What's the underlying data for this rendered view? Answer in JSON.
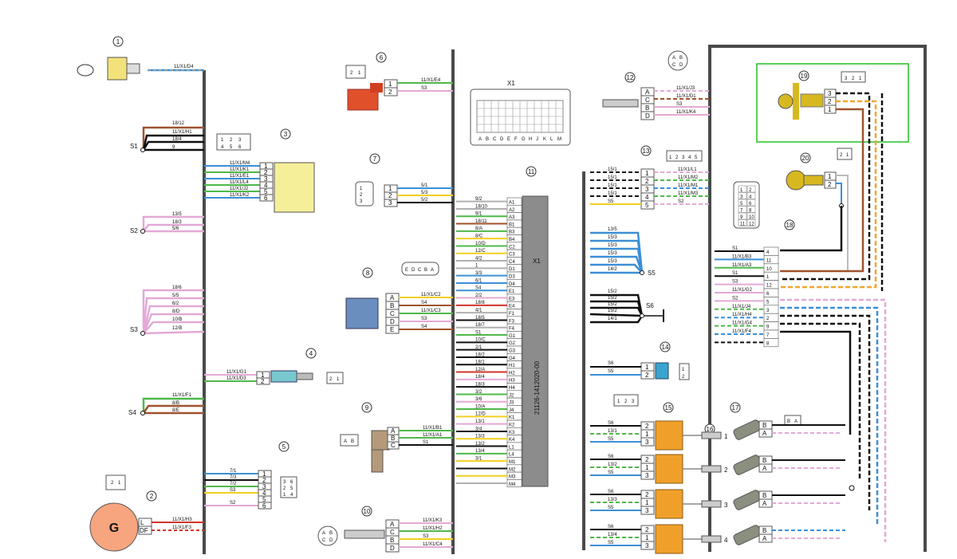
{
  "components": [
    {
      "id": "c1",
      "number": "1"
    },
    {
      "id": "c2",
      "number": "2"
    },
    {
      "id": "c3",
      "number": "3"
    },
    {
      "id": "c4",
      "number": "4"
    },
    {
      "id": "c5",
      "number": "5"
    },
    {
      "id": "c6",
      "number": "6"
    },
    {
      "id": "c7",
      "number": "7"
    },
    {
      "id": "c8",
      "number": "8"
    },
    {
      "id": "c9",
      "number": "9"
    },
    {
      "id": "c10",
      "number": "10"
    },
    {
      "id": "c11",
      "number": "11"
    },
    {
      "id": "c12",
      "number": "12"
    },
    {
      "id": "c13",
      "number": "13"
    },
    {
      "id": "c14",
      "number": "14"
    },
    {
      "id": "c15",
      "number": "15"
    },
    {
      "id": "c16",
      "number": "16"
    },
    {
      "id": "c17",
      "number": "17"
    },
    {
      "id": "c18",
      "number": "18"
    },
    {
      "id": "c19",
      "number": "19"
    },
    {
      "id": "c20",
      "number": "20"
    }
  ],
  "generator_label": "G",
  "ecu": {
    "connector_name": "X1",
    "part_number": "21126-1412020-00",
    "pins": [
      "A1",
      "A2",
      "A3",
      "B1",
      "B3",
      "B4",
      "C2",
      "C3",
      "C4",
      "D1",
      "D3",
      "D4",
      "E1",
      "E3",
      "E4",
      "F1",
      "F3",
      "F4",
      "G1",
      "G2",
      "G3",
      "G4",
      "H1",
      "H2",
      "H3",
      "H4",
      "J2",
      "J3",
      "J4",
      "K1",
      "K2",
      "K3",
      "K4",
      "L1",
      "L4",
      "M1",
      "M2",
      "M3",
      "M4"
    ],
    "wire_codes": [
      "9/2",
      "18/10",
      "9/1",
      "18/11",
      "8/A",
      "8/C",
      "10/D",
      "12/C",
      "4/2",
      "1",
      "3/3",
      "6/1",
      "S4",
      "2/2",
      "18/8",
      "4/1",
      "18/5",
      "18/7",
      "S1",
      "10/C",
      "2/1",
      "18/2",
      "18/1",
      "12/A",
      "18/4",
      "18/3",
      "3/2",
      "3/6",
      "10/A",
      "12/D",
      "13/1",
      "3/4",
      "13/3",
      "13/2",
      "13/4",
      "3/1"
    ],
    "connector_grid_letters": [
      "A",
      "B",
      "C",
      "D",
      "E",
      "F",
      "G",
      "H",
      "J",
      "K",
      "L",
      "M"
    ]
  },
  "splices": {
    "S1": "S1",
    "S2": "S2",
    "S3": "S3",
    "S4": "S4",
    "S5": "S5",
    "S6": "S6",
    "s1_wires": [
      "18/12",
      "11/X1/H1",
      "18/4",
      "9"
    ],
    "s2_wires": [
      "13/5",
      "18/3",
      "5/6"
    ],
    "s3_wires": [
      "18/6",
      "5/5",
      "6/2",
      "8/D",
      "10/B",
      "12/B"
    ],
    "s4_wires": [
      "11/X1/F1",
      "8/B",
      "8/E"
    ],
    "s5_wires": [
      "13/5",
      "15/3",
      "15/3",
      "15/3",
      "15/3",
      "14/2"
    ],
    "s6_wires": [
      "15/2",
      "15/2",
      "15/2",
      "15/2",
      "14/1"
    ]
  },
  "connectors": {
    "c1_wire": "11/X1/D4",
    "c3_pins": [
      "1",
      "2",
      "3",
      "4",
      "5",
      "6"
    ],
    "c3_wires": [
      "11/X1/M4",
      "11/X1/K1",
      "11/X1/E1",
      "11/X1/L4",
      "11/X1/J2",
      "11/X1/K2"
    ],
    "c3_cells": [
      "1",
      "2",
      "3",
      "4",
      "5",
      "6"
    ],
    "c4_pins": [
      "1",
      "2"
    ],
    "c4_wires": [
      "11/X1/G1",
      "11/X1/D3"
    ],
    "c4_cells": [
      "2",
      "1"
    ],
    "c5_pins": [
      "1",
      "2",
      "3",
      "4",
      "5",
      "6"
    ],
    "c5_wires": [
      "7/1",
      "7/3",
      "7/2",
      "S3",
      "S2"
    ],
    "c5_cells": [
      "3",
      "6",
      "2",
      "5",
      "1",
      "4"
    ],
    "c2_pins": [
      "L",
      "DF"
    ],
    "c2_wires": [
      "11/X1/H3",
      "11/X1/F3"
    ],
    "c2_cells": [
      "2",
      "1"
    ],
    "c6_pins": [
      "1",
      "2"
    ],
    "c6_wires": [
      "11/X1/E4",
      "S3"
    ],
    "c6_cells": [
      "2",
      "1"
    ],
    "c7_pins": [
      "1",
      "2",
      "3"
    ],
    "c7_wires": [
      "5/1",
      "5/3",
      "5/2"
    ],
    "c7_cells": [
      "1",
      "2",
      "3"
    ],
    "c8_pins": [
      "A",
      "B",
      "C",
      "D",
      "E"
    ],
    "c8_wires": [
      "11/X1/C2",
      "S4",
      "11/X1/C3",
      "S3",
      "S4"
    ],
    "c8_cells": [
      "E",
      "D",
      "C",
      "B",
      "A"
    ],
    "c9_pins": [
      "A",
      "B",
      "C"
    ],
    "c9_wires": [
      "11/X1/B1",
      "11/X1/A1",
      "S1"
    ],
    "c9_cells": [
      "A",
      "B"
    ],
    "c10_pins": [
      "A",
      "C",
      "B",
      "D"
    ],
    "c10_wires": [
      "11/X1/K3",
      "11/X1/H2",
      "S3",
      "11/X1/C4"
    ],
    "c10_cells": [
      "A",
      "B",
      "C",
      "D"
    ],
    "c12_pins": [
      "A",
      "C",
      "B",
      "D"
    ],
    "c12_wires": [
      "11/X1/J3",
      "11/X1/D1",
      "S3",
      "11/X1/K4"
    ],
    "c12_cells": [
      "A",
      "B",
      "C",
      "D"
    ],
    "c13_pins": [
      "1",
      "2",
      "3",
      "4",
      "5"
    ],
    "c13_wires_left": [
      "15/1",
      "15/1",
      "15/1",
      "15/1",
      "S5"
    ],
    "c13_wires_right": [
      "11/X1/L1",
      "11/X1/M2",
      "11/X1/M1",
      "11/X1/M3",
      "S2"
    ],
    "c13_cells": [
      "1",
      "2",
      "3",
      "4",
      "5"
    ],
    "c14_pins": [
      "1",
      "2"
    ],
    "c14_wires": [
      "S6",
      "S5"
    ],
    "c14_cells": [
      "1",
      "2"
    ],
    "c15_pins": [
      "2",
      "1",
      "3"
    ],
    "c15_wires": [
      [
        "S6",
        "13/1",
        "S5"
      ],
      [
        "S6",
        "13/2",
        "S5"
      ],
      [
        "S6",
        "13/3",
        "S5"
      ],
      [
        "S6",
        "13/4",
        "S5"
      ]
    ],
    "c15_cells": [
      "1",
      "2",
      "3"
    ],
    "c16_labels": [
      "1",
      "2",
      "3",
      "4"
    ],
    "c17_pins": [
      "B",
      "A"
    ],
    "c17_cells": [
      "B",
      "A"
    ],
    "c18_pins_left": [
      "4",
      "11",
      "10",
      "1",
      "12",
      "6",
      "5",
      "3",
      "2",
      "9",
      "7",
      "8"
    ],
    "c18_wires": [
      "S1",
      "11/X1/B3",
      "11/X1/A3",
      "S1",
      "S3",
      "11/X1/G2",
      "S2",
      "11/X1/J4",
      "11/X1/H4",
      "11/X1/G4",
      "11/X1/F4"
    ],
    "c18_cells": [
      "1",
      "2",
      "3",
      "4",
      "5",
      "6",
      "7",
      "8",
      "9",
      "10",
      "11",
      "12"
    ],
    "c19_pins": [
      "3",
      "2",
      "1"
    ],
    "c19_cells": [
      "3",
      "2",
      "1"
    ],
    "c20_pins": [
      "1",
      "2"
    ],
    "c20_cells": [
      "2",
      "1"
    ]
  },
  "colors": {
    "frame": "#4a4a4a",
    "highlight": "#22c222",
    "ecu_body": "#8c8c8c",
    "blue": "#3b8fd6",
    "green": "#4fb84a",
    "brown": "#a0522d",
    "black": "#111111",
    "pink": "#e3a9d6",
    "red": "#d2342a",
    "yellow": "#f0d020",
    "orange": "#f3a530",
    "grey": "#b0b0b0",
    "relay": "#f0a02a"
  }
}
